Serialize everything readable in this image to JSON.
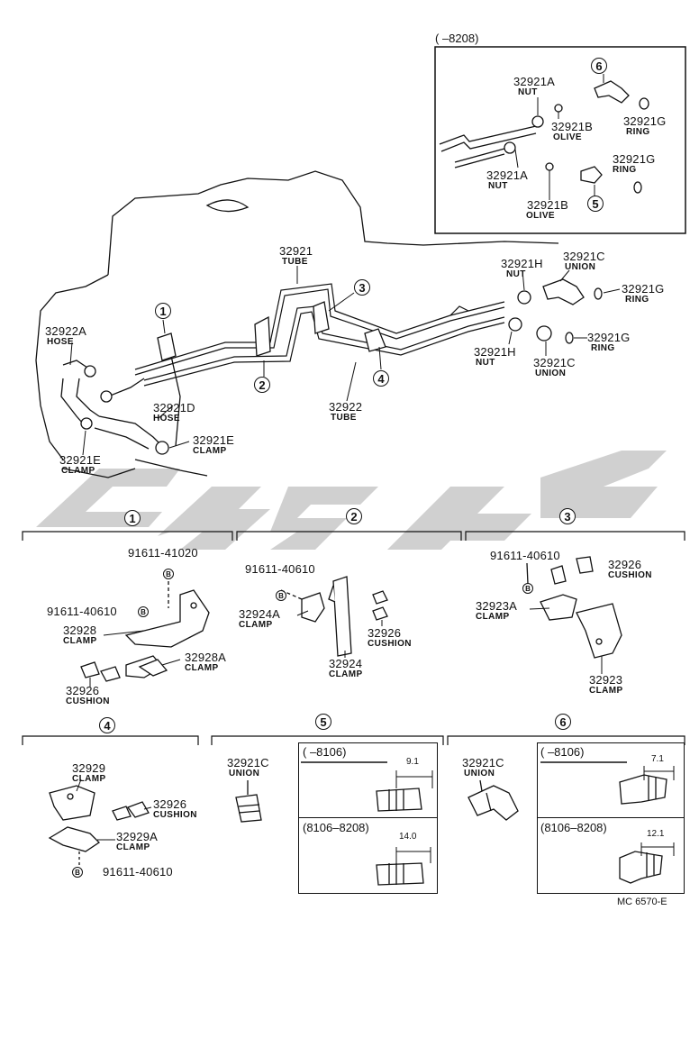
{
  "watermark": {
    "color": "#c8c8c8"
  },
  "inset_top": {
    "range": "(      –8208)",
    "labels": {
      "nut1_pn": "32921A",
      "nut1_nm": "NUT",
      "olive1_pn": "32921B",
      "olive1_nm": "OLIVE",
      "ring1_pn": "32921G",
      "ring1_nm": "RING",
      "ring2_pn": "32921G",
      "ring2_nm": "RING",
      "nut2_pn": "32921A",
      "nut2_nm": "NUT",
      "olive2_pn": "32921B",
      "olive2_nm": "OLIVE",
      "c6": "6",
      "c5": "5"
    }
  },
  "main": {
    "tube1_pn": "32921",
    "tube1_nm": "TUBE",
    "hose_pn": "32922A",
    "hose_nm": "HOSE",
    "c1": "1",
    "c2": "2",
    "c3": "3",
    "c4": "4",
    "hose2_pn": "32921D",
    "hose2_nm": "HOSE",
    "clamp1_pn": "32921E",
    "clamp1_nm": "CLAMP",
    "clamp2_pn": "32921E",
    "clamp2_nm": "CLAMP",
    "tube2_pn": "32922",
    "tube2_nm": "TUBE",
    "nut1_pn": "32921H",
    "nut1_nm": "NUT",
    "union1_pn": "32921C",
    "union1_nm": "UNION",
    "ring1_pn": "32921G",
    "ring1_nm": "RING",
    "nut2_pn": "32921H",
    "nut2_nm": "NUT",
    "union2_pn": "32921C",
    "union2_nm": "UNION",
    "ring2_pn": "32921G",
    "ring2_nm": "RING"
  },
  "detail1": {
    "title": "1",
    "bolt1_pn": "91611-41020",
    "bolt1_b": "B",
    "bolt2_pn": "91611-40610",
    "bolt2_b": "B",
    "clamp_pn": "32928",
    "clamp_nm": "CLAMP",
    "clampa_pn": "32928A",
    "clampa_nm": "CLAMP",
    "cush_pn": "32926",
    "cush_nm": "CUSHION"
  },
  "detail2": {
    "title": "2",
    "bolt_pn": "91611-40610",
    "bolt_b": "B",
    "clampa_pn": "32924A",
    "clampa_nm": "CLAMP",
    "clamp_pn": "32924",
    "clamp_nm": "CLAMP",
    "cush_pn": "32926",
    "cush_nm": "CUSHION"
  },
  "detail3": {
    "title": "3",
    "bolt_pn": "91611-40610",
    "bolt_b": "B",
    "cush_pn": "32926",
    "cush_nm": "CUSHION",
    "clampa_pn": "32923A",
    "clampa_nm": "CLAMP",
    "clamp_pn": "32923",
    "clamp_nm": "CLAMP"
  },
  "detail4": {
    "title": "4",
    "clamp_pn": "32929",
    "clamp_nm": "CLAMP",
    "cush_pn": "32926",
    "cush_nm": "CUSHION",
    "clampa_pn": "32929A",
    "clampa_nm": "CLAMP",
    "bolt_pn": "91611-40610",
    "bolt_b": "B"
  },
  "detail5": {
    "title": "5",
    "union_pn": "32921C",
    "union_nm": "UNION",
    "range1": "(      –8106)",
    "dim1": "9.1",
    "range2": "(8106–8208)",
    "dim2": "14.0"
  },
  "detail6": {
    "title": "6",
    "union_pn": "32921C",
    "union_nm": "UNION",
    "range1": "(      –8106)",
    "dim1": "7.1",
    "range2": "(8106–8208)",
    "dim2": "12.1"
  },
  "footer": {
    "code": "MC 6570-E"
  }
}
